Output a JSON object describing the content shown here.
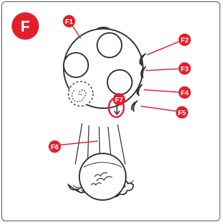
{
  "figure": {
    "panel_label": "F",
    "callouts": [
      {
        "id": "f1",
        "text": "F1"
      },
      {
        "id": "f2",
        "text": "F2"
      },
      {
        "id": "f3",
        "text": "F3"
      },
      {
        "id": "f4",
        "text": "F4"
      },
      {
        "id": "f5",
        "text": "F5"
      },
      {
        "id": "f6",
        "text": "F6"
      },
      {
        "id": "f7",
        "text": "F7"
      }
    ],
    "colors": {
      "accent": "#e2202c",
      "line": "#333333",
      "frame": "#555555"
    },
    "icons": [
      "palette-icon",
      "paint-well-icon",
      "swirl-well-icon",
      "drain-arrow-icon",
      "seagull-sketch-icon"
    ]
  }
}
